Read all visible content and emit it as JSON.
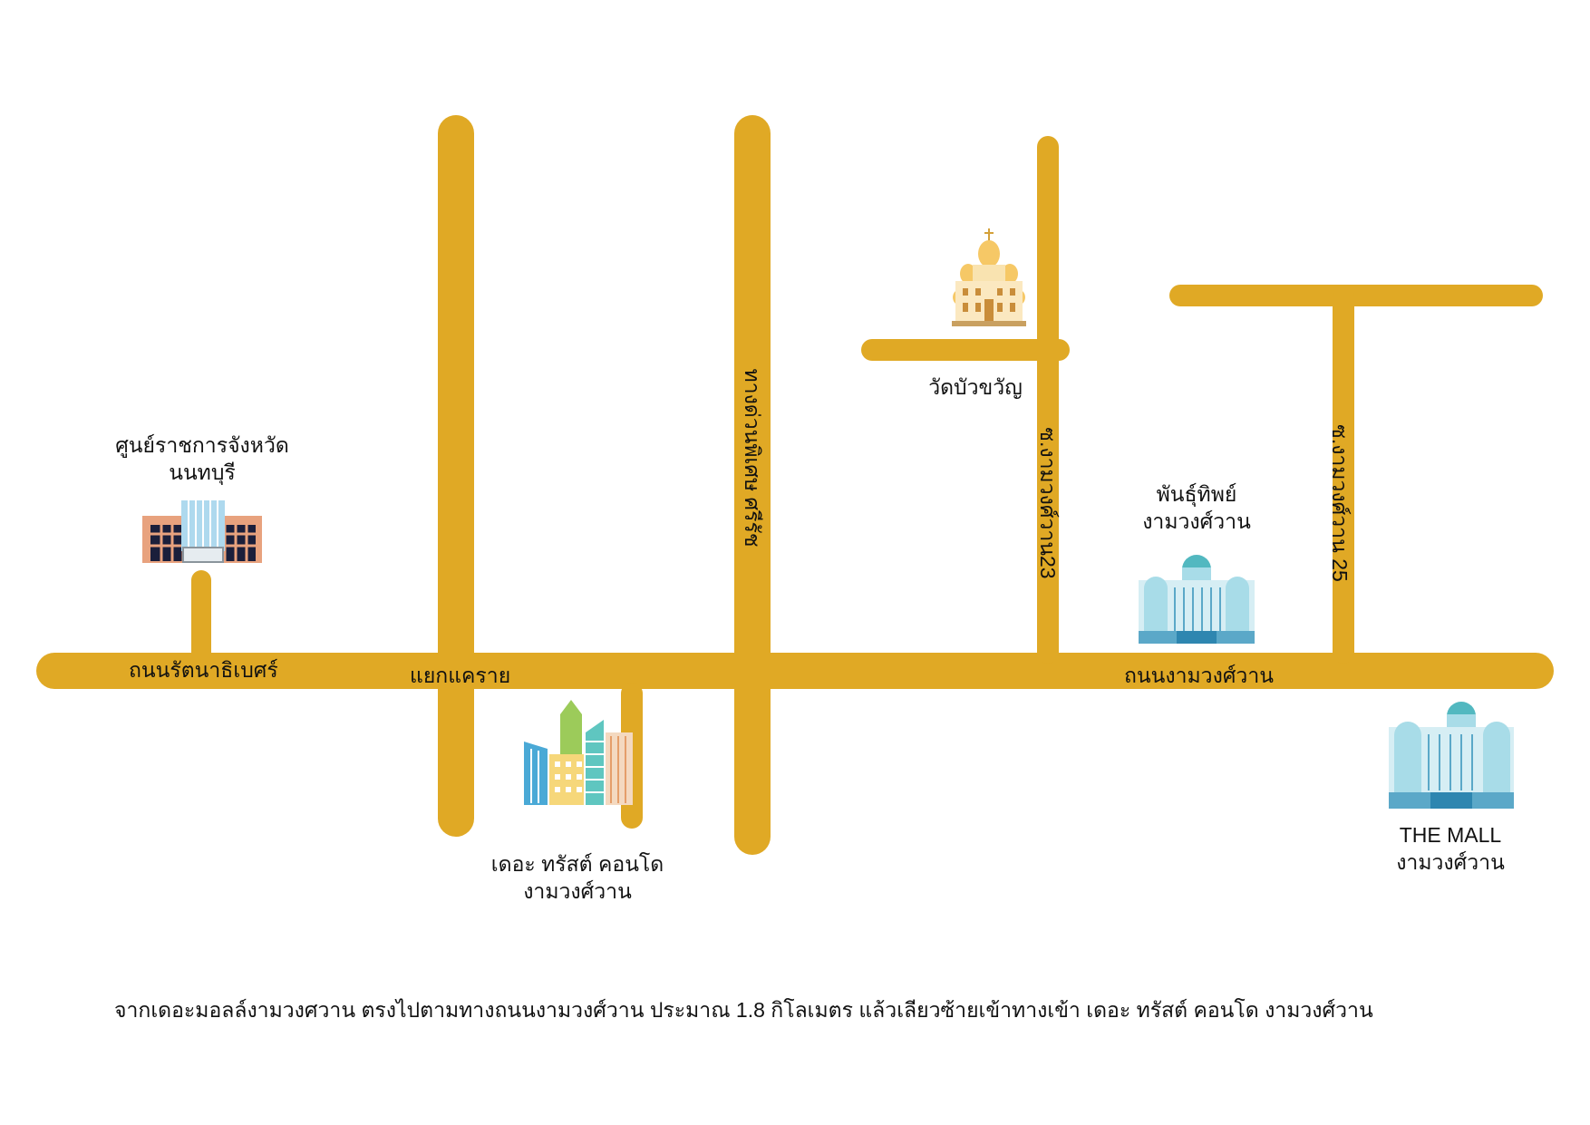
{
  "colors": {
    "road": "#E0A925",
    "text": "#111111"
  },
  "roads": {
    "rattanathibet": "ถนนรัตนาธิเบศร์",
    "ngamwongwan": "ถนนงามวงศ์วาน",
    "khae_rai": "แยกแคราย",
    "thepharak": "ทางด่วนพิเศษ ศรีรัช",
    "soi23": "ซ.งามวงศ์วาน23",
    "soi25": "ซ.งามวงศ์วาน 25"
  },
  "landmarks": {
    "gov_center": {
      "line1": "ศูนย์ราชการจังหวัด",
      "line2": "นนทบุรี",
      "icon": "government-building-icon"
    },
    "temple": {
      "label": "วัดบัวขวัญ",
      "icon": "temple-icon"
    },
    "panthip": {
      "line1": "พันธุ์ทิพย์",
      "line2": "งามวงศ์วาน",
      "icon": "mall-building-icon"
    },
    "condo": {
      "line1": "เดอะ ทรัสต์ คอนโด",
      "line2": "งามวงศ์วาน",
      "icon": "condo-buildings-icon"
    },
    "the_mall": {
      "line1": "THE MALL",
      "line2": "งามวงศ์วาน",
      "icon": "mall-building-icon"
    }
  },
  "directions": "จากเดอะมอลล์งามวงศวาน ตรงไปตามทางถนนงามวงศ์วาน ประมาณ 1.8 กิโลเมตร  แล้วเลียวซ้ายเข้าทางเข้า เดอะ ทรัสต์ คอนโด งามวงศ์วาน"
}
